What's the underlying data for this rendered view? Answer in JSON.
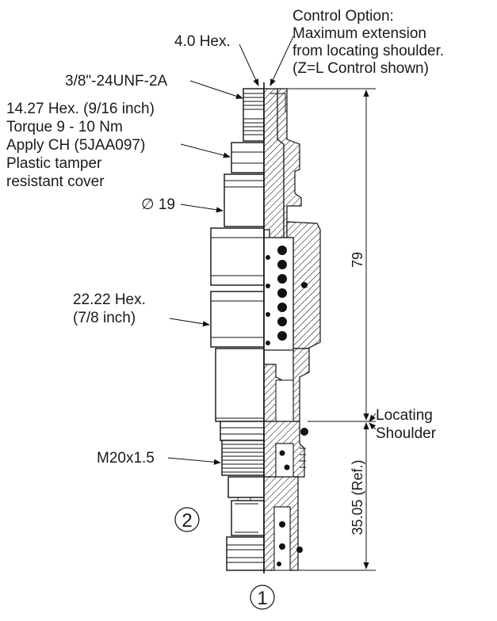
{
  "labels": {
    "control_option": [
      "Control Option:",
      "Maximum extension",
      "from locating shoulder.",
      "(Z=L Control shown)"
    ],
    "hex_small": "4.0 Hex.",
    "thread_top": "3/8\"-24UNF-2A",
    "hex_14": [
      "14.27 Hex. (9/16 inch)",
      "Torque 9 - 10 Nm",
      "Apply CH (5JAA097)",
      "Plastic tamper",
      "resistant cover"
    ],
    "diameter": "∅ 19",
    "hex_22": [
      "22.22 Hex.",
      "(7/8 inch)"
    ],
    "thread_body": "M20x1.5",
    "locating": [
      "Locating",
      "Shoulder"
    ]
  },
  "dimensions": {
    "overall": "79",
    "reference": "35.05 (Ref.)"
  },
  "ports": {
    "port1": "1",
    "port2": "2"
  },
  "colors": {
    "line": "#111111",
    "background": "#ffffff"
  }
}
